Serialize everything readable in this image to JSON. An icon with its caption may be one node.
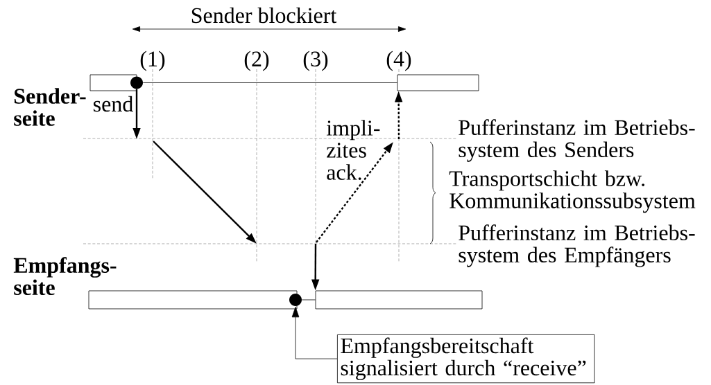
{
  "diagram": {
    "nodes": [
      {
        "text": [],
        "shape": "bar",
        "beside": [
          "Sender- seite"
        ]
      },
      {
        "text": [],
        "shape": "bar"
      },
      {
        "text": [],
        "shape": "bar",
        "beside": [
          "Empfangs- seite"
        ]
      },
      {
        "text": [],
        "shape": "bar"
      },
      {
        "text": [],
        "shape": "circle"
      },
      {
        "text": [],
        "shape": "circle"
      },
      {
        "text": [
          "Empfangsbereitschaft signalisiert durch “receive”"
        ]
      }
    ],
    "edges": [
      {
        "from": 4,
        "to": null,
        "arrow": "to",
        "label": "send",
        "style": "thick"
      },
      {
        "from": 4,
        "to": 1,
        "arrow": "none"
      },
      {
        "from": null,
        "to": 1,
        "arrow": "to",
        "style": "dashed"
      },
      {
        "from": null,
        "to": 3,
        "arrow": "to",
        "style": "thick"
      },
      {
        "from": 5,
        "to": 3,
        "arrow": "none"
      },
      {
        "from": 6,
        "to": 5,
        "arrow": "to"
      }
    ],
    "labels": [
      "Sender blockiert",
      "(1)",
      "(2)",
      "(3)",
      "(4)",
      "impli- zites ack.",
      "Pufferinstanz im Betriebs- system des Senders",
      "Transportschicht bzw. Kommunikationssubsystem",
      "Pufferinstanz im Betriebs- system des Empfängers"
    ]
  }
}
